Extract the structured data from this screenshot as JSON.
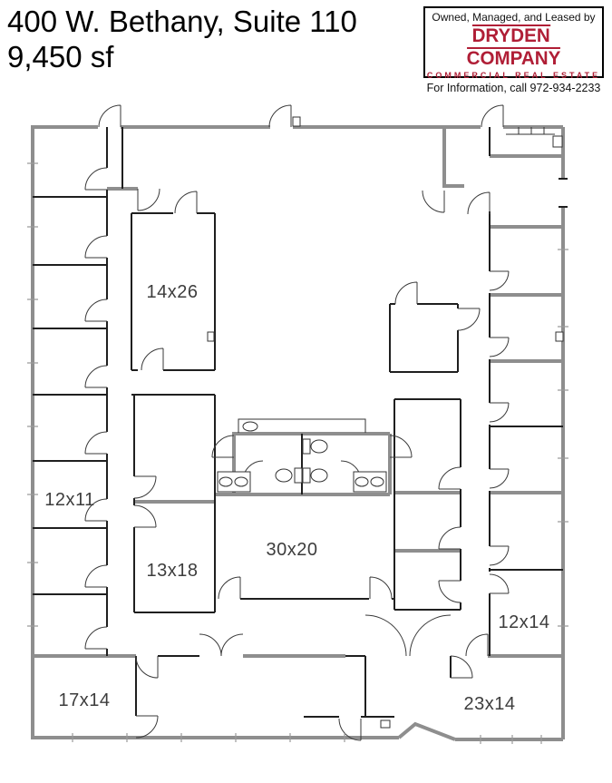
{
  "header": {
    "title_line1": "400 W. Bethany, Suite 110",
    "title_line2": "9,450 sf"
  },
  "logo": {
    "tagline": "Owned, Managed, and Leased by",
    "company_word1": "DRYDEN",
    "company_word2": "COMPANY",
    "subtitle": "COMMERCIAL REAL ESTATE",
    "contact": "For Information, call 972-934-2233",
    "brand_color": "#b01e36"
  },
  "floor_plan": {
    "type": "office-suite-floor-plan",
    "rooms": [
      {
        "id": "room-14x26",
        "label": "14x26"
      },
      {
        "id": "room-12x11",
        "label": "12x11"
      },
      {
        "id": "room-13x18",
        "label": "13x18"
      },
      {
        "id": "room-30x20",
        "label": "30x20"
      },
      {
        "id": "room-12x14",
        "label": "12x14"
      },
      {
        "id": "room-17x14",
        "label": "17x14"
      },
      {
        "id": "room-23x14",
        "label": "23x14"
      }
    ]
  }
}
